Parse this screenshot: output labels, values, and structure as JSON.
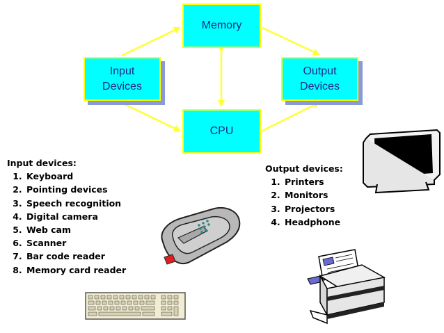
{
  "diagram": {
    "memory_label": "Memory",
    "cpu_label": "CPU",
    "input_label": "Input\nDevices",
    "output_label": "Output\nDevices",
    "box_fill": "#00ffff",
    "box_border": "#ffff00",
    "text_color": "#1a2a8a",
    "arrow_color": "#ffff33"
  },
  "input_devices": {
    "heading": "Input devices:",
    "items": [
      "Keyboard",
      "Pointing devices",
      "Speech recognition",
      "Digital camera",
      "Web cam",
      "Scanner",
      "Bar code reader",
      "Memory card reader"
    ]
  },
  "output_devices": {
    "heading": "Output devices:",
    "items": [
      "Printers",
      "Monitors",
      "Projectors",
      "Headphone"
    ]
  },
  "clipart": [
    "monitor-icon",
    "mouse-icon",
    "keyboard-icon",
    "printer-icon"
  ]
}
